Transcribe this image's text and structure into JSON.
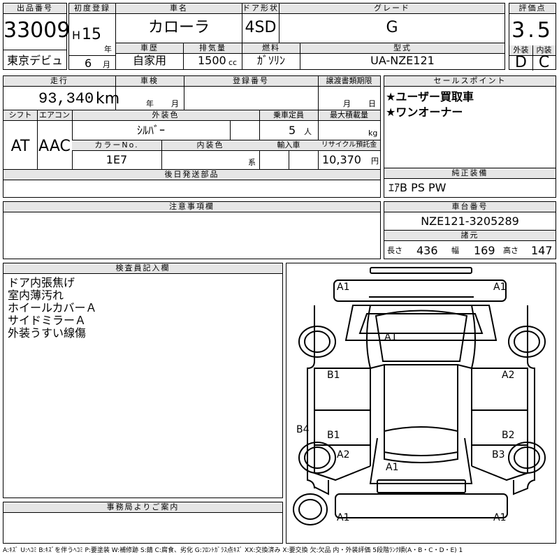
{
  "header": {
    "lot_label": "出品番号",
    "lot_no": "33009",
    "venue": "東京デビュ",
    "first_reg_label": "初度登録",
    "era": "H",
    "year": "15",
    "year_unit": "年",
    "month": "6",
    "month_unit": "月",
    "car_name_label": "車名",
    "car_name": "カローラ",
    "history_label": "車歴",
    "history": "自家用",
    "displacement_label": "排気量",
    "displacement": "1500",
    "displacement_unit": "cc",
    "door_label": "ドア形状",
    "door": "4SD",
    "fuel_label": "燃料",
    "fuel": "ｶﾞｿﾘﾝ",
    "grade_label": "グレード",
    "grade": "G",
    "model_label": "型式",
    "model": "UA-NZE121",
    "score_label": "評価点",
    "score": "3.5",
    "exterior_label": "外装",
    "exterior": "D",
    "interior_label": "内装",
    "interior": "C"
  },
  "mid": {
    "mileage_label": "走行",
    "mileage": "93,340",
    "mileage_unit": "km",
    "inspection_label": "車検",
    "inspection_year": "年",
    "inspection_month": "月",
    "reg_no_label": "登録番号",
    "transfer_label": "譲渡書類期限",
    "transfer_month": "月",
    "transfer_day": "日",
    "shift_label": "シフト",
    "shift": "AT",
    "ac_label": "エアコン",
    "ac": "AAC",
    "ext_color_label": "外装色",
    "ext_color": "ｼﾙﾊﾞｰ",
    "capacity_label": "乗車定員",
    "capacity": "5",
    "capacity_unit": "人",
    "max_load_label": "最大積載量",
    "max_load_unit": "kg",
    "color_no_label": "カラーNo.",
    "color_no": "1E7",
    "int_color_label": "内装色",
    "int_color_unit": "系",
    "import_label": "輸入車",
    "recycle_label": "リサイクル預託金",
    "recycle": "10,370",
    "recycle_unit": "円",
    "later_parts_label": "後日発送部品"
  },
  "sales": {
    "label": "セールスポイント",
    "points": [
      "★ユーザー買取車",
      "★ワンオーナー"
    ],
    "equip_label": "純正装備",
    "equip": "ｴｱB PS PW",
    "chassis_label": "車台番号",
    "chassis": "NZE121-3205289",
    "dims_label": "諸元",
    "length_label": "長さ",
    "length": "436",
    "width_label": "幅",
    "width": "169",
    "height_label": "高さ",
    "height": "147"
  },
  "notes_label": "注意事項欄",
  "inspector": {
    "label": "検査員記入欄",
    "lines": [
      "ドア内張焦げ",
      "室内薄汚れ",
      "ホイールカバーＡ",
      "サイドミラーＡ",
      "外装うすい線傷"
    ]
  },
  "office_label": "事務局よりご案内",
  "diagram": {
    "marks": {
      "front_left": "A1",
      "front_right": "A1",
      "hood": "A1",
      "front_door_left": "B1",
      "front_door_right": "A2",
      "rear_door_left": "B1",
      "rear_door_right": "B2",
      "rocker_left": "B4",
      "rear_fender_left": "A2",
      "rear_fender_right": "B3",
      "trunk": "A1",
      "rear_left": "A1",
      "rear_right": "A1"
    }
  },
  "legend": "A:ｷｽﾞ U:ﾍｺﾐ B:ｷｽﾞを伴うﾍｺﾐ P:要塗装 W:補修跡 S:錆 C:腐食、劣化 G:ﾌﾛﾝﾄｶﾞﾗｽ点ｷｽﾞ XX:交換済み X:要交換 欠:欠品 内・外装評価 5段階ﾗﾝｸ順(A・B・C・D・E) 1"
}
